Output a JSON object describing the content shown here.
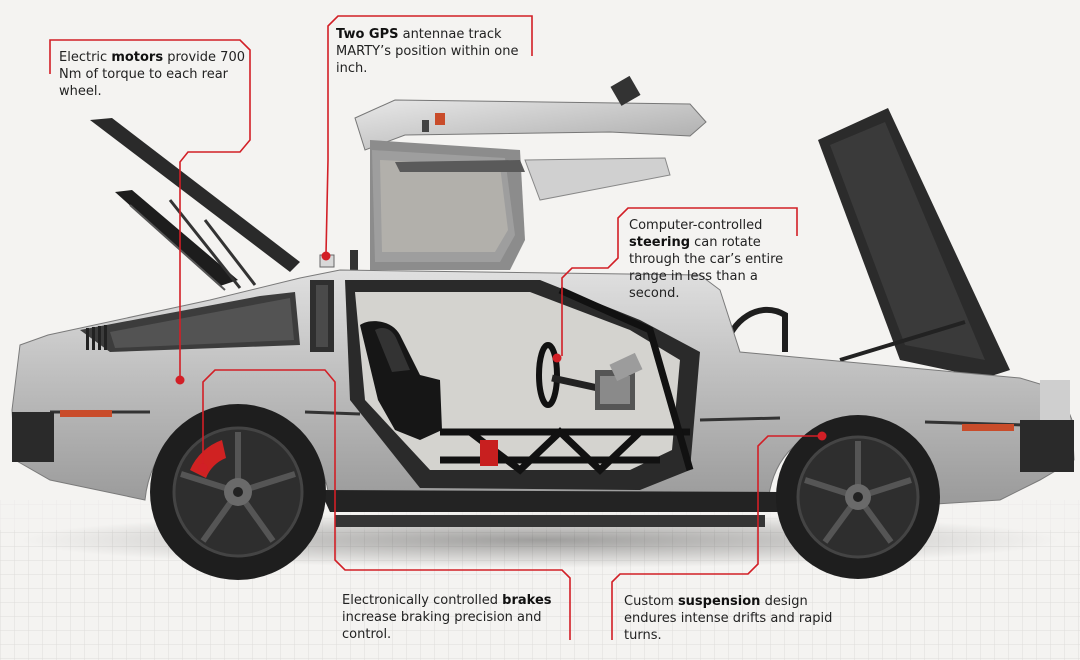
{
  "callouts": {
    "motors": {
      "pre": "Electric ",
      "bold": "motors",
      "post": " provide 700 Nm of torque to each rear wheel."
    },
    "gps": {
      "pre": "",
      "bold": "Two GPS",
      "post": " antennae track MARTY’s position within one inch."
    },
    "steering": {
      "pre": "Computer-controlled ",
      "bold": "steering",
      "post": " can rotate through the car’s entire range in less than a second."
    },
    "brakes": {
      "pre": "Electronically controlled ",
      "bold": "brakes",
      "post": " increase braking precision and control."
    },
    "suspension": {
      "pre": "Custom ",
      "bold": "suspension",
      "post": " design endures intense drifts and rapid turns."
    }
  },
  "colors": {
    "leader": "#d21f26",
    "background": "#f4f3f1",
    "body_steel": "#b9b9b9",
    "tire": "#1e1e1e",
    "caliper": "#d02222",
    "roll_cage": "#111111"
  }
}
